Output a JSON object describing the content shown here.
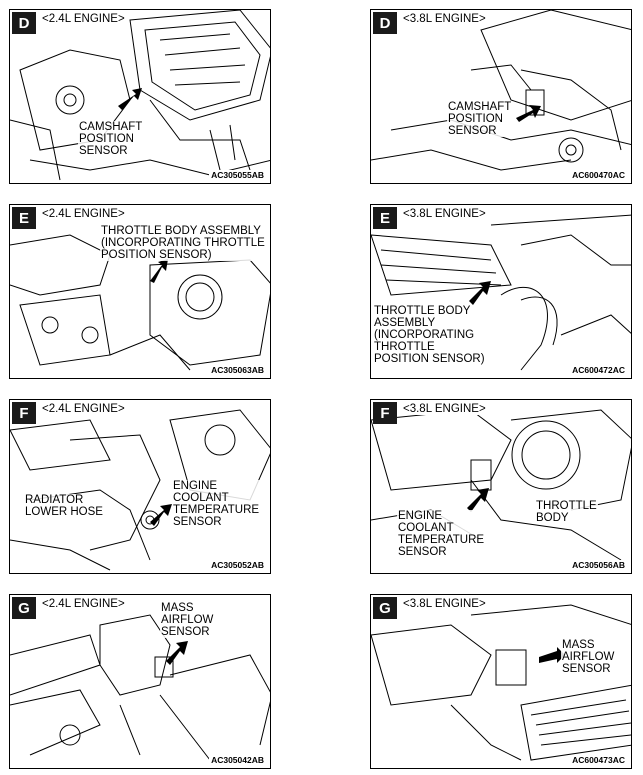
{
  "panels": [
    {
      "letter": "D",
      "engine": "<2.4L ENGINE>",
      "label": "CAMSHAFT\nPOSITION\nSENSOR",
      "code": "AC305055AB"
    },
    {
      "letter": "D",
      "engine": "<3.8L ENGINE>",
      "label": "CAMSHAFT\nPOSITION\nSENSOR",
      "code": "AC600470AC"
    },
    {
      "letter": "E",
      "engine": "<2.4L ENGINE>",
      "label": "THROTTLE BODY ASSEMBLY\n(INCORPORATING THROTTLE\nPOSITION SENSOR)",
      "code": "AC305063AB"
    },
    {
      "letter": "E",
      "engine": "<3.8L ENGINE>",
      "label": "THROTTLE BODY\nASSEMBLY\n(INCORPORATING\nTHROTTLE\nPOSITION SENSOR)",
      "code": "AC600472AC"
    },
    {
      "letter": "F",
      "engine": "<2.4L ENGINE>",
      "label": "ENGINE\nCOOLANT\nTEMPERATURE\nSENSOR",
      "label2": "RADIATOR\nLOWER HOSE",
      "code": "AC305052AB"
    },
    {
      "letter": "F",
      "engine": "<3.8L ENGINE>",
      "label": "ENGINE\nCOOLANT\nTEMPERATURE\nSENSOR",
      "label2": "THROTTLE\nBODY",
      "code": "AC305056AB"
    },
    {
      "letter": "G",
      "engine": "<2.4L ENGINE>",
      "label": "MASS\nAIRFLOW\nSENSOR",
      "code": "AC305042AB"
    },
    {
      "letter": "G",
      "engine": "<3.8L ENGINE>",
      "label": "MASS\nAIRFLOW\nSENSOR",
      "code": "AC600473AC"
    }
  ]
}
